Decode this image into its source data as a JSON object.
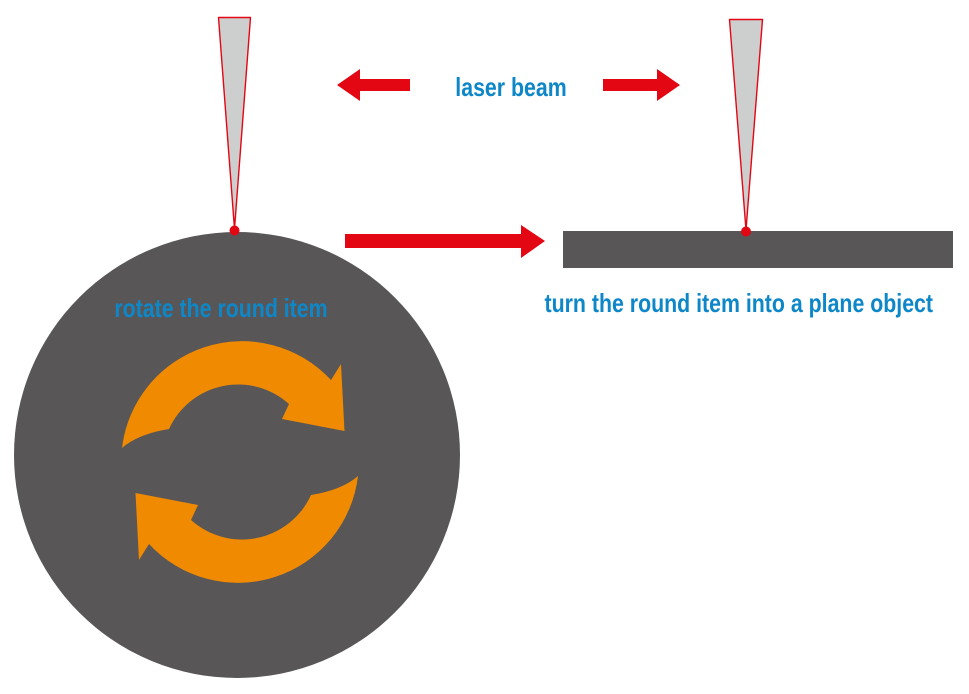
{
  "diagram": {
    "labels": {
      "laser_beam": "laser beam",
      "rotate_caption": "rotate the round item",
      "turn_caption": "turn the round item into a plane object"
    },
    "colors": {
      "red": "#e30613",
      "blue": "#0e87c9",
      "object_gray": "#595657",
      "beam_gray": "#cdcfce",
      "orange": "#f08a00",
      "background": "#ffffff"
    },
    "icons": {
      "laser_cone_left": "laser-cone-icon",
      "laser_cone_right": "laser-cone-icon",
      "laser_spot_left": "laser-spot-dot-icon",
      "laser_spot_right": "laser-spot-dot-icon",
      "beam_direction_left": "arrow-left-icon",
      "beam_direction_right": "arrow-right-icon",
      "transform_step": "arrow-right-icon",
      "rotation_top": "rotate-clockwise-arrow-icon",
      "rotation_bottom": "rotate-clockwise-arrow-icon"
    }
  }
}
